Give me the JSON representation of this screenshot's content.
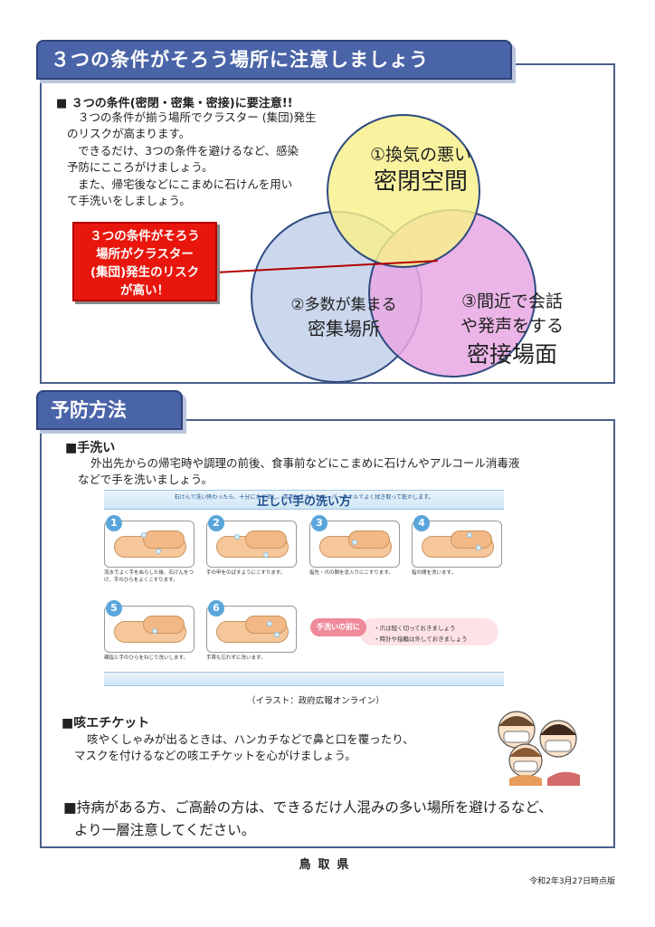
{
  "section1": {
    "tab_title": "３つの条件がそろう場所に注意しましょう",
    "heading": "■ ３つの条件(密閉・密集・密接)に要注意!!",
    "paragraph_lines": [
      "３つの条件が揃う場所でクラスター (集団)発生",
      "のリスクが高まります。",
      "できるだけ、3つの条件を避けるなど、感染",
      "予防にこころがけましょう。",
      "また、帰宅後などにこまめに石けんを用い",
      "て手洗いをしましょう。"
    ],
    "callout_lines": [
      "３つの条件がそろう",
      "場所がクラスター",
      "(集団)発生のリスク",
      "が高い！"
    ],
    "venn": {
      "c1": {
        "line1": "①換気の悪い",
        "line2": "密閉空間",
        "fill": "#f8f08a"
      },
      "c2": {
        "line1": "②多数が集まる",
        "line2": "密集場所",
        "fill": "#c5d4ea"
      },
      "c3": {
        "line1": "③間近で会話",
        "line2": "や発声をする",
        "line3": "密接場面",
        "fill": "#e7a8e3"
      }
    }
  },
  "section2": {
    "tab_title": "予防方法",
    "handwash": {
      "heading": "■手洗い",
      "lines": [
        "外出先からの帰宅時や調理の前後、食事前などにこまめに石けんやアルコール消毒液",
        "などで手を洗いましょう。"
      ]
    },
    "wash_panel": {
      "title": "正しい手の洗い方",
      "steps": [
        {
          "num": "1",
          "caption": "流水でよく手をぬらした後、石けんをつけ、手のひらをよくこすります。"
        },
        {
          "num": "2",
          "caption": "手の甲をのばすようにこすります。"
        },
        {
          "num": "3",
          "caption": "指先・爪の間を念入りにこすります。"
        },
        {
          "num": "4",
          "caption": "指の間を洗います。"
        },
        {
          "num": "5",
          "caption": "親指と手のひらをねじり洗いします。"
        },
        {
          "num": "6",
          "caption": "手首も忘れずに洗います。"
        }
      ],
      "before_label": "手洗いの前に",
      "before_items": [
        "・爪は短く切っておきましょう",
        "・時計や指輪は外しておきましょう"
      ],
      "footer": "石けんで洗い終わったら、十分に水で流し、清潔なタオルやペーパータオルでよく拭き取って乾かします。"
    },
    "credit": "（イラスト：政府広報オンライン）",
    "etiquette": {
      "heading": "■咳エチケット",
      "lines": [
        "咳やくしゃみが出るときは、ハンカチなどで鼻と口を覆ったり、",
        "マスクを付けるなどの咳エチケットを心がけましょう。"
      ]
    },
    "closing_lines": [
      "■持病がある方、ご高齢の方は、できるだけ人混みの多い場所を避けるなど、",
      "より一層注意してください。"
    ]
  },
  "footer": {
    "prefecture": "鳥取県",
    "date": "令和2年3月27日時点版"
  }
}
